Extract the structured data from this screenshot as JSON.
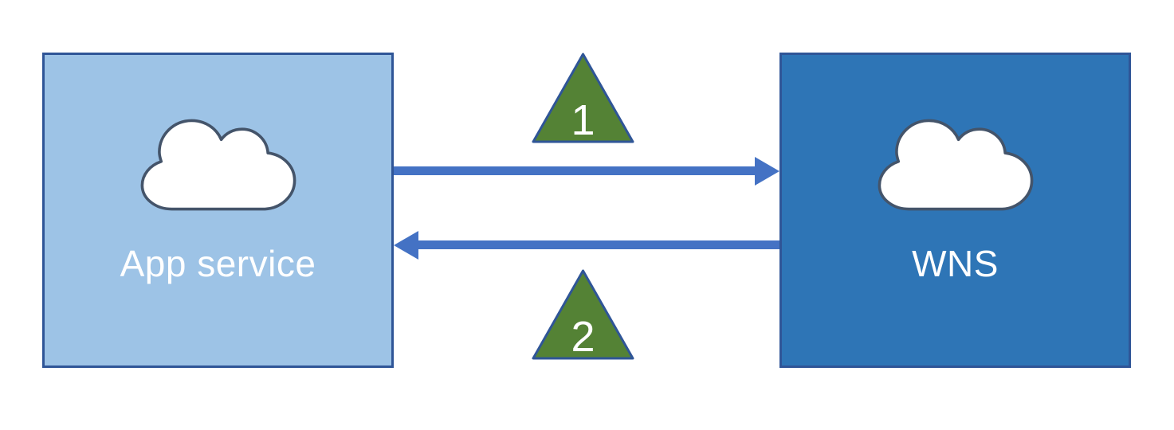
{
  "diagram": {
    "type": "flow-diagram",
    "background_color": "#FFFFFF",
    "nodes": [
      {
        "id": "app-service",
        "label": "App service",
        "icon": "cloud-icon",
        "fill_color": "#9DC3E6",
        "border_color": "#2F5597",
        "text_color": "#FFFFFF"
      },
      {
        "id": "wns",
        "label": "WNS",
        "icon": "cloud-icon",
        "fill_color": "#2E75B6",
        "border_color": "#2F5597",
        "text_color": "#FFFFFF"
      }
    ],
    "edges": [
      {
        "from": "app-service",
        "to": "wns",
        "direction": "right",
        "step": "1",
        "color": "#4472C4"
      },
      {
        "from": "wns",
        "to": "app-service",
        "direction": "left",
        "step": "2",
        "color": "#4472C4"
      }
    ],
    "step_markers": [
      {
        "label": "1",
        "shape": "triangle",
        "fill_color": "#548235",
        "border_color": "#2F5597",
        "text_color": "#FFFFFF"
      },
      {
        "label": "2",
        "shape": "triangle",
        "fill_color": "#548235",
        "border_color": "#2F5597",
        "text_color": "#FFFFFF"
      }
    ],
    "icon_colors": {
      "cloud_fill": "#FFFFFF",
      "cloud_stroke": "#44546A"
    }
  }
}
